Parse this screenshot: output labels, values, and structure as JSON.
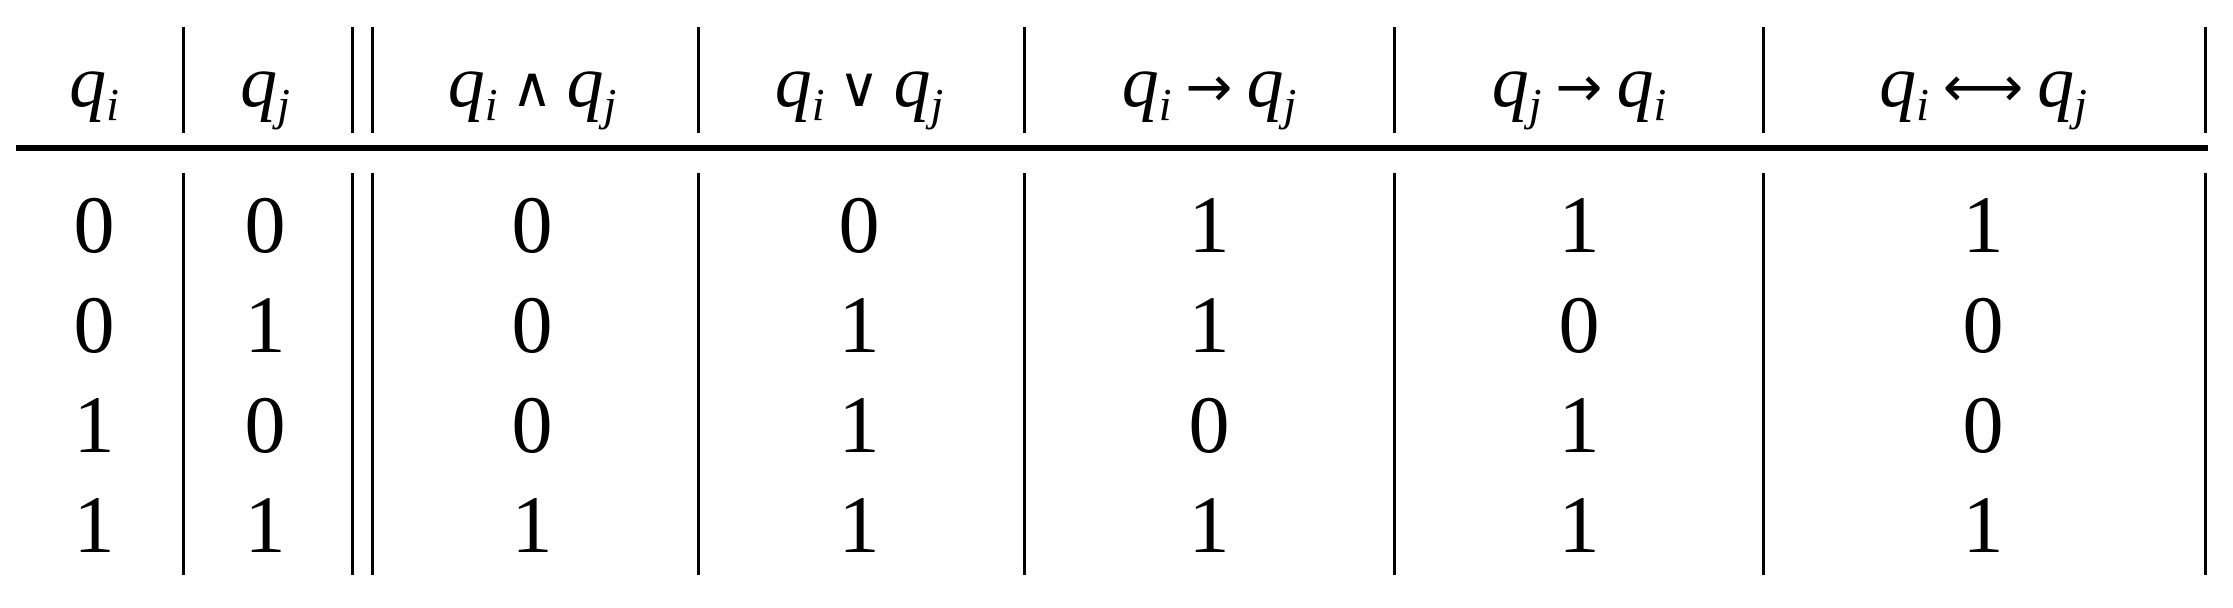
{
  "table": {
    "headers": [
      {
        "left": "q",
        "left_sub": "i",
        "op": "",
        "right": "",
        "right_sub": ""
      },
      {
        "left": "q",
        "left_sub": "j",
        "op": "",
        "right": "",
        "right_sub": ""
      },
      {
        "left": "q",
        "left_sub": "i",
        "op": "∧",
        "right": "q",
        "right_sub": "j"
      },
      {
        "left": "q",
        "left_sub": "i",
        "op": "∨",
        "right": "q",
        "right_sub": "j"
      },
      {
        "left": "q",
        "left_sub": "i",
        "op": "→",
        "right": "q",
        "right_sub": "j"
      },
      {
        "left": "q",
        "left_sub": "j",
        "op": "→",
        "right": "q",
        "right_sub": "i"
      },
      {
        "left": "q",
        "left_sub": "i",
        "op": "⟷",
        "right": "q",
        "right_sub": "j"
      }
    ],
    "rows": [
      [
        "0",
        "0",
        "0",
        "0",
        "1",
        "1",
        "1"
      ],
      [
        "0",
        "1",
        "0",
        "1",
        "1",
        "0",
        "0"
      ],
      [
        "1",
        "0",
        "0",
        "1",
        "0",
        "1",
        "0"
      ],
      [
        "1",
        "1",
        "1",
        "1",
        "1",
        "1",
        "1"
      ]
    ]
  }
}
